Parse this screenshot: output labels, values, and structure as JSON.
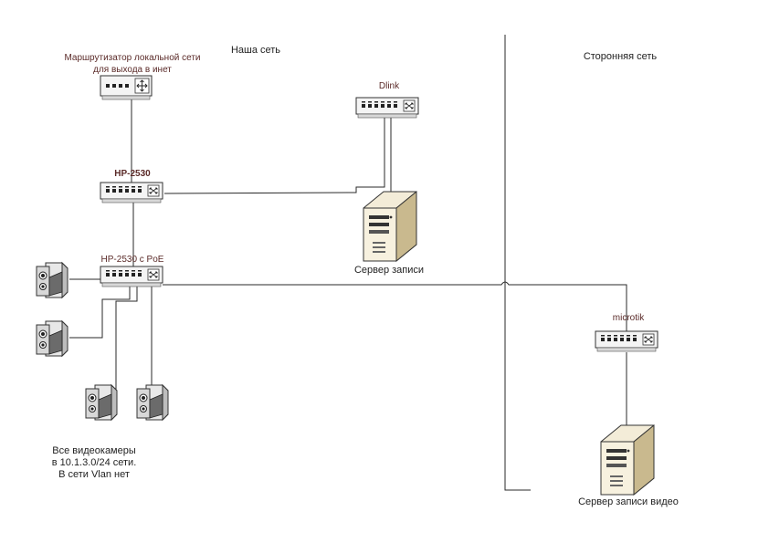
{
  "zones": {
    "our_network": "Наша сеть",
    "foreign_network": "Сторонняя сеть"
  },
  "devices": {
    "router": {
      "line1": "Маршрутизатор локальной сети",
      "line2": "для выхода в инет"
    },
    "dlink": {
      "label": "Dlink"
    },
    "hp2530": {
      "label": "HP-2530"
    },
    "hp2530_poe": {
      "label": "HP-2530 с PoE"
    },
    "microtik": {
      "label": "microtik"
    }
  },
  "servers": {
    "recording": {
      "label": "Сервер записи"
    },
    "video_recording": {
      "label": "Сервер записи видео"
    }
  },
  "cameras_note": {
    "line1": "Все видеокамеры",
    "line2": "в 10.1.3.0/24 сети.",
    "line3": "В сети Vlan нет"
  },
  "colors": {
    "device_label": "#5a2a28",
    "line": "#2a2a2a"
  }
}
